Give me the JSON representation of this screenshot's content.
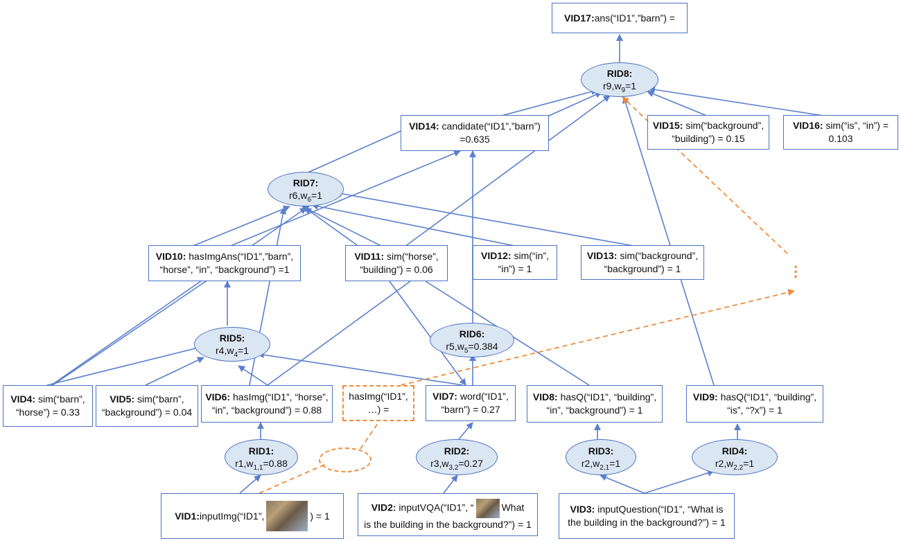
{
  "vid17": {
    "id": "VID17:",
    "text": " ans(“ID1”,”barn”) ="
  },
  "rid8": {
    "id": "RID8:",
    "r": "r9,w",
    "sub": "9",
    "tail": "=1"
  },
  "vid14": {
    "id": "VID14:",
    "text": " candidate(“ID1”,”barn”)",
    "l2": "=0.635"
  },
  "vid15": {
    "id": "VID15:",
    "text": " sim(“background”,",
    "l2": "“building”) = 0.15"
  },
  "vid16": {
    "id": "VID16:",
    "text": " sim(“is”, “in”) =",
    "l2": "0.103"
  },
  "rid7": {
    "id": "RID7:",
    "r": "r6,w",
    "sub": "6",
    "tail": "=1"
  },
  "vid10": {
    "id": "VID10:",
    "text": " hasImgAns(“ID1”,”barn”,",
    "l2": "“horse”, “in”, “background”) =1"
  },
  "vid11": {
    "id": "VID11:",
    "text": " sim(“horse”,",
    "l2": "“building”) = 0.06"
  },
  "vid12": {
    "id": "VID12:",
    "text": " sim(“in”,",
    "l2": "“in”) = 1"
  },
  "vid13": {
    "id": "VID13:",
    "text": " sim(“background”,",
    "l2": "“background”) = 1"
  },
  "rid5": {
    "id": "RID5:",
    "r": "r4,w",
    "sub": "4",
    "tail": "=1"
  },
  "rid6": {
    "id": "RID6:",
    "r": "r5,w",
    "sub": "5",
    "tail": "=0.384"
  },
  "vid4": {
    "id": "VID4:",
    "text": " sim(“barn”,",
    "l2": "“horse”) = 0.33"
  },
  "vid5": {
    "id": "VID5:",
    "text": " sim(“barn”,",
    "l2": "“background”) = 0.04"
  },
  "vid6": {
    "id": "VID6:",
    "text": " hasImg(“ID1”, “horse”,",
    "l2": "“in”, “background”) = 0.88"
  },
  "hasimg_dashed": {
    "text": "hasImg(“ID1”,",
    "l2": "…) ="
  },
  "vid7": {
    "id": "VID7:",
    "text": " word(“ID1”,",
    "l2": "“barn”) = 0.27"
  },
  "vid8": {
    "id": "VID8:",
    "text": " hasQ(“ID1”, “building”,",
    "l2": "“in”, “background”) = 1"
  },
  "vid9": {
    "id": "VID9:",
    "text": " hasQ(“ID1”, “building”,",
    "l2": "“is”, “?x”) = 1"
  },
  "rid1": {
    "id": "RID1:",
    "r": "r1,w",
    "sub": "1,1",
    "tail": "=0.88"
  },
  "rid2": {
    "id": "RID2:",
    "r": "r3,w",
    "sub": "3,2",
    "tail": "=0.27"
  },
  "rid3": {
    "id": "RID3:",
    "r": "r2,w",
    "sub": "2,1",
    "tail": "=1"
  },
  "rid4": {
    "id": "RID4:",
    "r": "r2,w",
    "sub": "2,2",
    "tail": "=1"
  },
  "vid1": {
    "id": "VID1:",
    "text": " inputImg(“ID1”,",
    "tail": ") = 1"
  },
  "vid2": {
    "id": "VID2:",
    "text": " inputVQA(“ID1”, “",
    "tail": "What",
    "l2": "is the building in the background?”) = 1"
  },
  "vid3": {
    "id": "VID3:",
    "text": " inputQuestion(“ID1”, “What is",
    "l2": "the building in the background?”) = 1"
  },
  "colors": {
    "node_border": "#4a72c4",
    "node_fill": "#dbe6f3",
    "edge": "#5b7fce",
    "dashed": "#f08a3c"
  }
}
